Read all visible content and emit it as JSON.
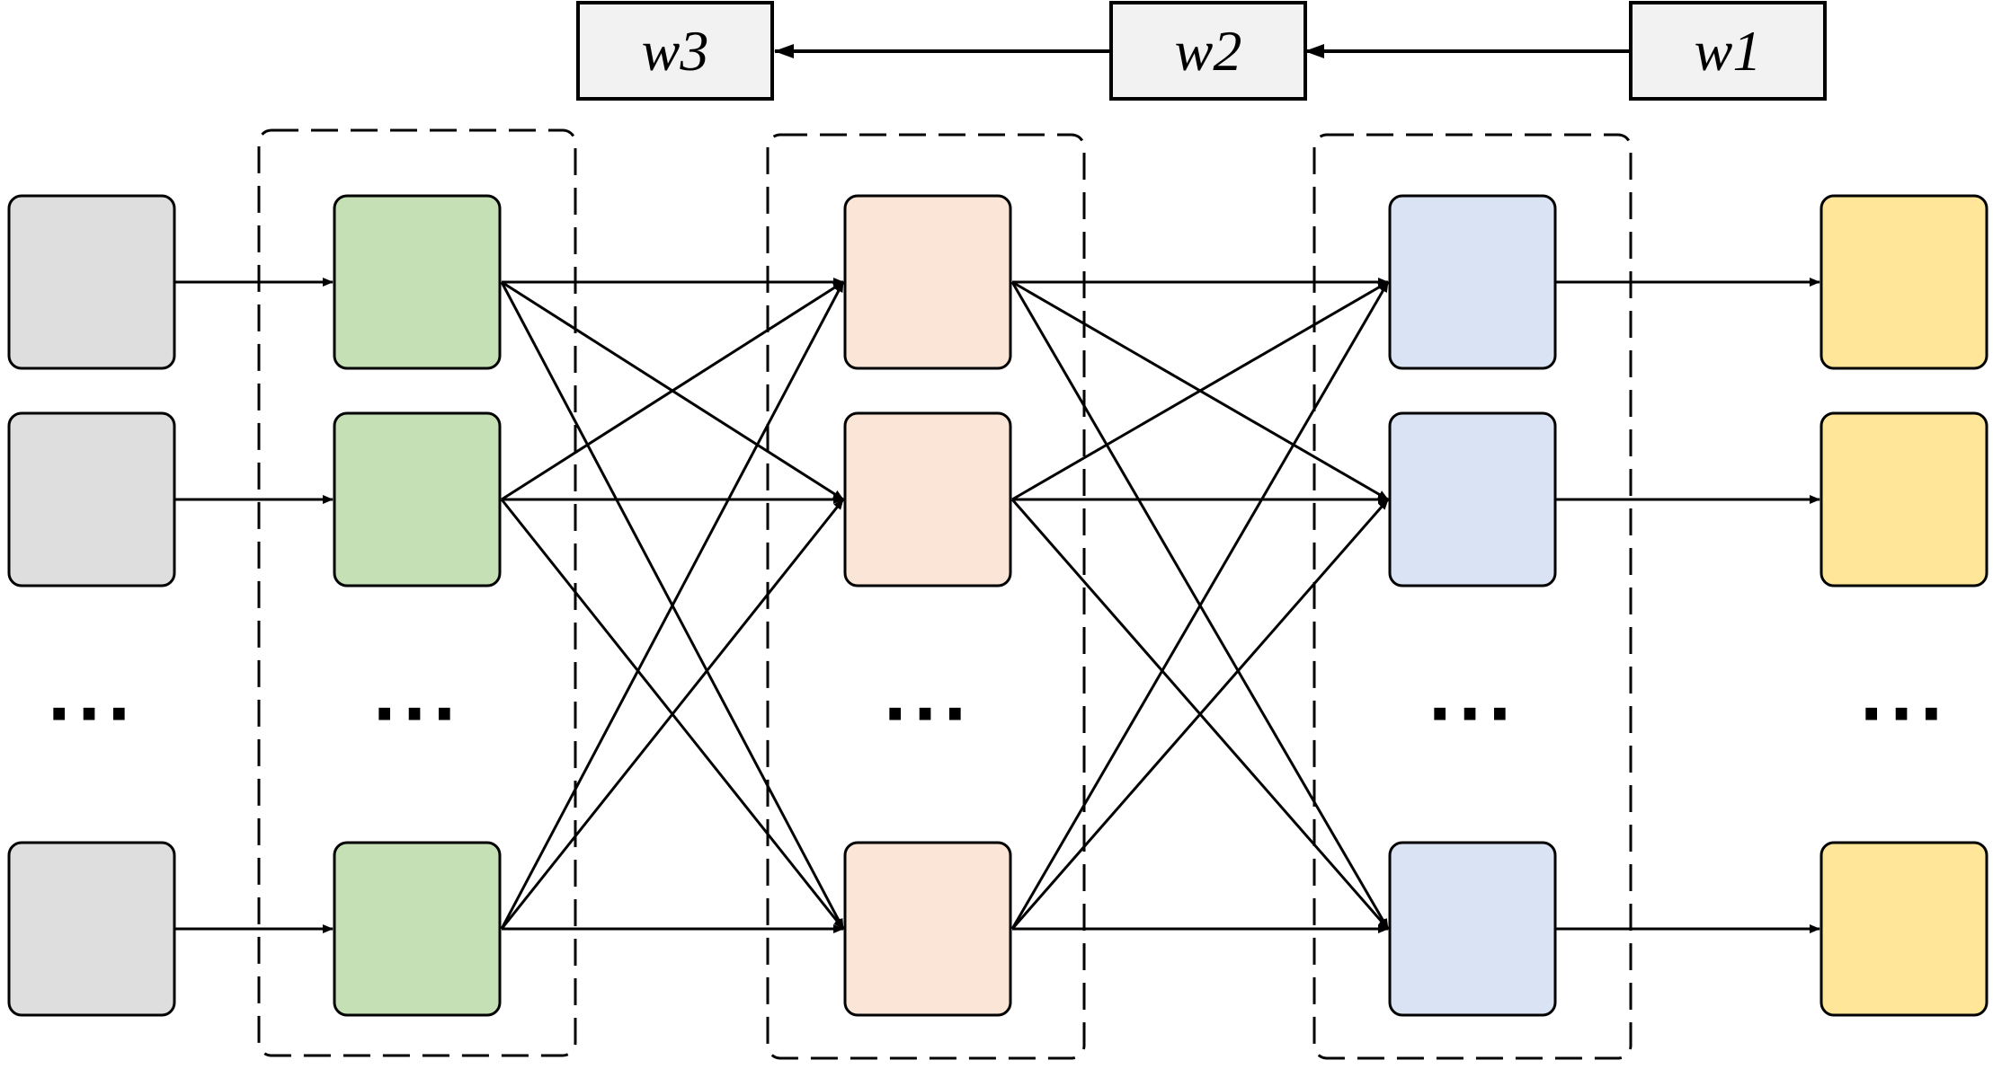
{
  "weights": [
    {
      "id": "w3",
      "label": "w3"
    },
    {
      "id": "w2",
      "label": "w2"
    },
    {
      "id": "w1",
      "label": "w1"
    }
  ],
  "columns": [
    {
      "id": "input",
      "color": "#dedede",
      "nodes": 3,
      "ellipsis": "···"
    },
    {
      "id": "layer1",
      "color": "#c5e0b4",
      "nodes": 3,
      "ellipsis": "···"
    },
    {
      "id": "layer2",
      "color": "#fbe5d6",
      "nodes": 3,
      "ellipsis": "···"
    },
    {
      "id": "layer3",
      "color": "#dae3f3",
      "nodes": 3,
      "ellipsis": "···"
    },
    {
      "id": "output",
      "color": "#ffe699",
      "nodes": 3,
      "ellipsis": "···"
    }
  ],
  "connections": [
    {
      "from": "input",
      "to": "layer1",
      "type": "one-to-one"
    },
    {
      "from": "layer1",
      "to": "layer2",
      "type": "full"
    },
    {
      "from": "layer2",
      "to": "layer3",
      "type": "full"
    },
    {
      "from": "layer3",
      "to": "output",
      "type": "one-to-one"
    }
  ],
  "colors": {
    "line": "#000000",
    "weight_box_fill": "#f2f2f2",
    "node_border": "#000000"
  }
}
